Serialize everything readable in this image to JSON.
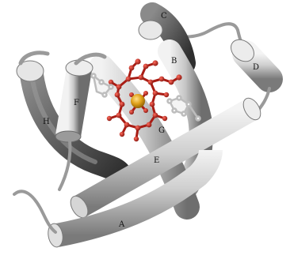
{
  "colors": {
    "background": "#ffffff",
    "helix_light": "#e4e4e4",
    "helix_mid": "#b8b8b8",
    "helix_dark": "#5a5a5a",
    "heme": "#c0251c",
    "heme_dark": "#7a120c",
    "iron": "#e0a21a",
    "ligand": "#f2f2f2"
  },
  "helices": [
    {
      "id": "A",
      "label": "A"
    },
    {
      "id": "B",
      "label": "B"
    },
    {
      "id": "C",
      "label": "C"
    },
    {
      "id": "D",
      "label": "D"
    },
    {
      "id": "E",
      "label": "E"
    },
    {
      "id": "F",
      "label": "F"
    },
    {
      "id": "G",
      "label": "G"
    },
    {
      "id": "H",
      "label": "H"
    }
  ]
}
